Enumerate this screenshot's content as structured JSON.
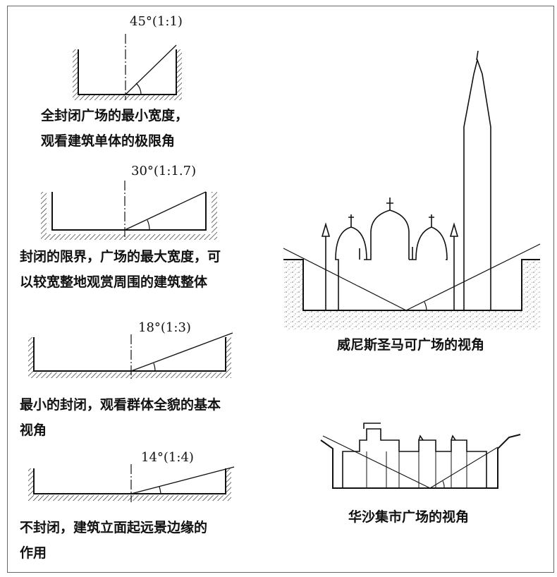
{
  "diagrams": [
    {
      "ratio": "45°(1:1)",
      "caption": [
        "全封闭广场的最小宽度，",
        "观看建筑单体的极限角"
      ]
    },
    {
      "ratio": "30°(1:1.7)",
      "caption": [
        "封闭的限界，广场的最大宽度，可",
        "以较宽整地观赏周围的建筑整体"
      ]
    },
    {
      "ratio": "18°(1:3)",
      "caption": [
        "最小的封闭，观看群体全貌的基本",
        "视角"
      ]
    },
    {
      "ratio": "14°(1:4)",
      "caption": [
        "不封闭，建筑立面起远景边缘的",
        "作用"
      ]
    }
  ],
  "venice": {
    "caption": "威尼斯圣马可广场的视角"
  },
  "warsaw": {
    "caption": "华沙集市广场的视角"
  }
}
